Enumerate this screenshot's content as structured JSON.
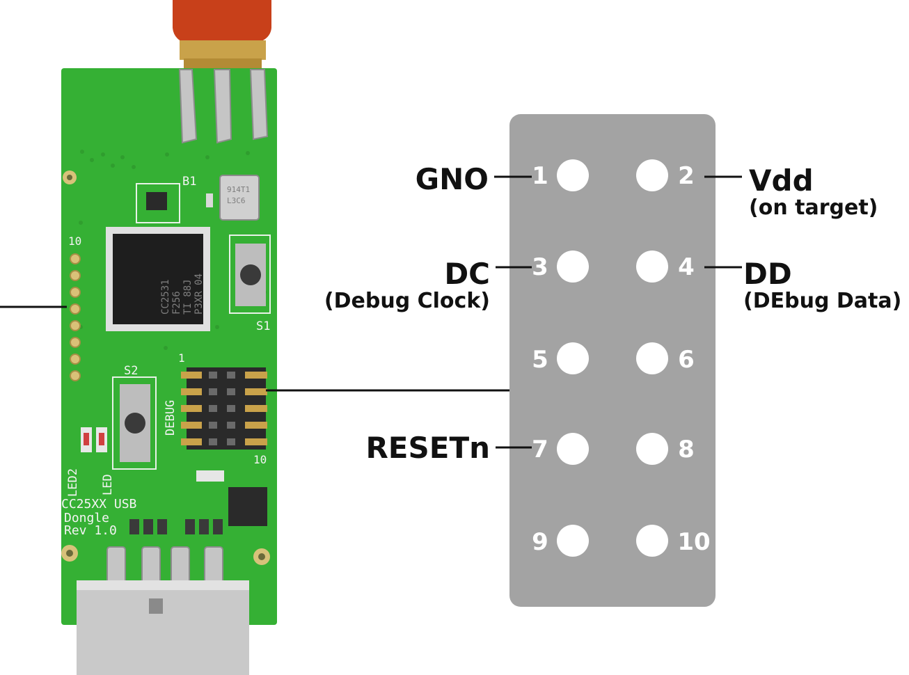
{
  "header": {
    "pins": [
      {
        "num": "1"
      },
      {
        "num": "2"
      },
      {
        "num": "3"
      },
      {
        "num": "4"
      },
      {
        "num": "5"
      },
      {
        "num": "6"
      },
      {
        "num": "7"
      },
      {
        "num": "8"
      },
      {
        "num": "9"
      },
      {
        "num": "10"
      }
    ]
  },
  "signals": {
    "gnd": {
      "name": "GNO"
    },
    "vdd": {
      "name": "Vdd",
      "sub": "(on target)"
    },
    "dc": {
      "name": "DC",
      "sub": "(Debug Clock)"
    },
    "dd": {
      "name": "DD",
      "sub": "(DEbug Data)"
    },
    "reset": {
      "name": "RESETn"
    }
  },
  "board": {
    "chip_lines": [
      "CC2531",
      "F256",
      "TI 88J",
      "P3XR 04"
    ],
    "crystal_lines": [
      "914T1",
      "L3C6"
    ],
    "label_b1": "B1",
    "label_s1": "S1",
    "label_s2": "S2",
    "label_debug": "DEBUG",
    "label_1_top": "1",
    "label_10_left": "10",
    "label_10_right": "10",
    "label_led2": "LED2",
    "label_led": "LED",
    "label_pin1": "1",
    "silk_line1": "CC25XX USB",
    "silk_line2": "Dongle",
    "silk_line3": "Rev 1.0"
  },
  "colors": {
    "pcb": "#35b034",
    "header_panel": "#a3a3a3",
    "antenna": "#c8401a",
    "usb": "#c9c9c9"
  }
}
